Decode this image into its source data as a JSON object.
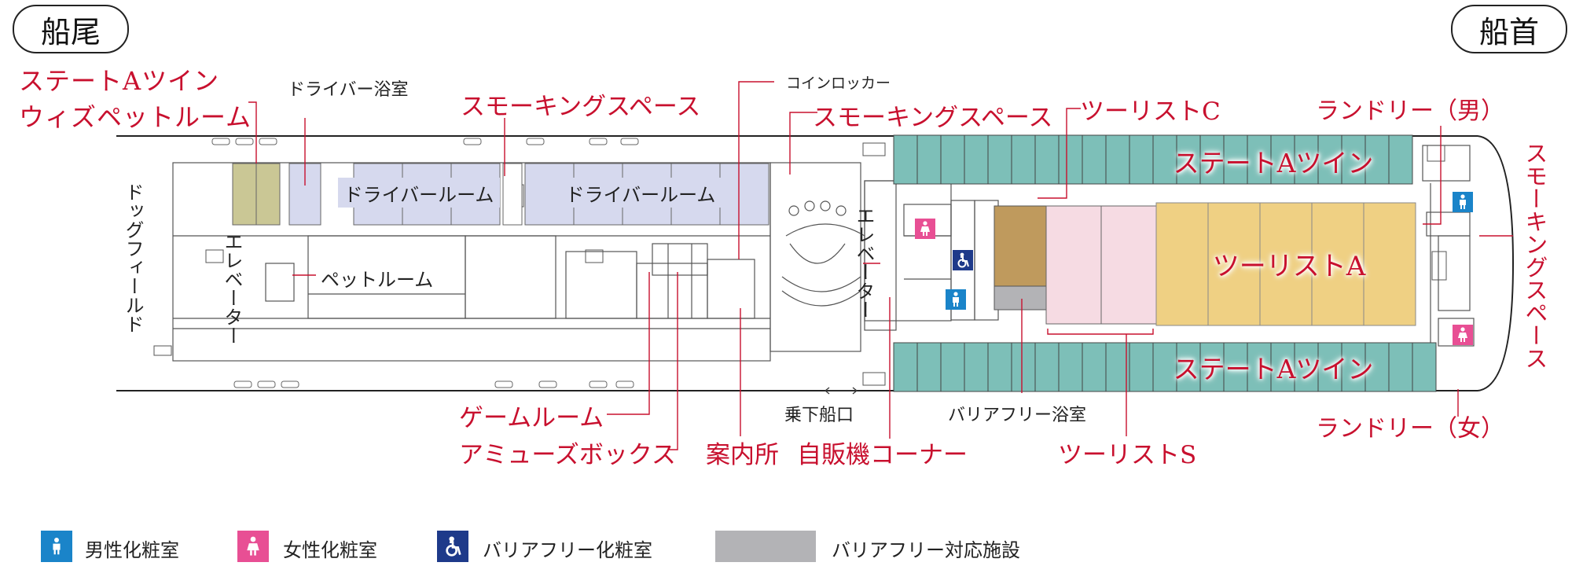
{
  "direction": {
    "stern": "船尾",
    "bow": "船首"
  },
  "labels": {
    "state_a_twin_left": "ステートAツイン",
    "with_pet_room": "ウィズペットルーム",
    "driver_bath": "ドライバー浴室",
    "smoking_space_1": "スモーキングスペース",
    "coin_locker": "コインロッカー",
    "smoking_space_2": "スモーキングスペース",
    "tourist_c": "ツーリストC",
    "laundry_men": "ランドリー（男）",
    "smoking_space_bow": "スモーキングスペース",
    "dog_field": "ドッグフィールド",
    "elevator_left": "エレベーター",
    "pet_room": "ペットルーム",
    "driver_room_1": "ドライバールーム",
    "driver_room_2": "ドライバールーム",
    "elevator_center": "エレベーター",
    "state_a_twin_top": "ステートAツイン",
    "tourist_a": "ツーリストA",
    "state_a_twin_bottom": "ステートAツイン",
    "boarding_gate": "乗下船口",
    "barrier_free_bath": "バリアフリー浴室",
    "game_room": "ゲームルーム",
    "amusement_box": "アミューズボックス",
    "information": "案内所",
    "vending_corner": "自販機コーナー",
    "tourist_s": "ツーリストS",
    "laundry_women": "ランドリー（女）"
  },
  "legend": {
    "men_toilet": "男性化粧室",
    "women_toilet": "女性化粧室",
    "barrier_free_toilet": "バリアフリー化粧室",
    "barrier_free_facility": "バリアフリー対応施設"
  },
  "colors": {
    "accent_red": "#c8102e",
    "state_a_twin": "#7dbfb8",
    "tourist_a": "#efd083",
    "tourist_s": "#f6dbe3",
    "tourist_c": "#bf9a5d",
    "driver_room": "#d6d9ee",
    "with_pet": "#cac795",
    "barrier_free": "#b3b3b6",
    "men_icon": "#1a84c9",
    "women_icon": "#e84f94",
    "barrier_free_icon": "#1e3a8a"
  },
  "icons": [
    "men-toilet-icon",
    "women-toilet-icon",
    "wheelchair-icon"
  ]
}
